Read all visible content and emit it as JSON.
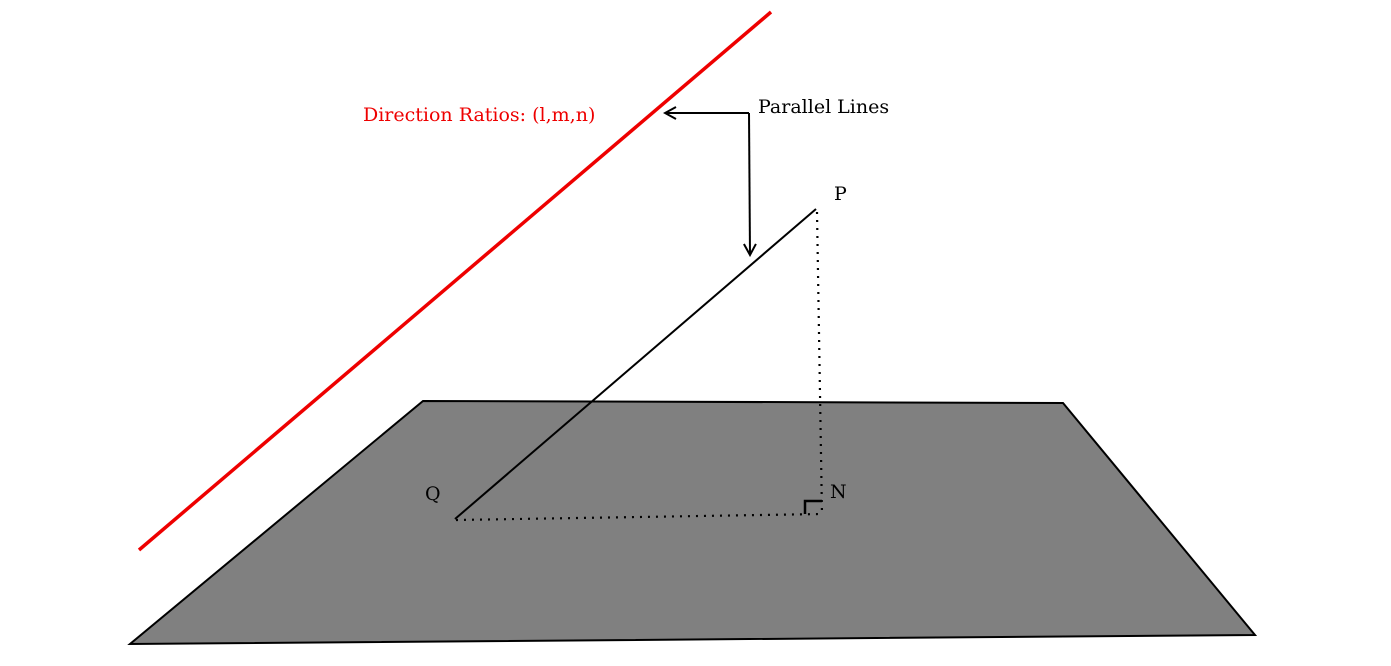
{
  "labels": {
    "direction_ratios": "Direction Ratios: (l,m,n)",
    "parallel_lines": "Parallel Lines",
    "point_p": "P",
    "point_q": "Q",
    "point_n": "N"
  },
  "colors": {
    "plane": "#808080",
    "direction_line": "#ee0000",
    "ink": "#000000"
  }
}
